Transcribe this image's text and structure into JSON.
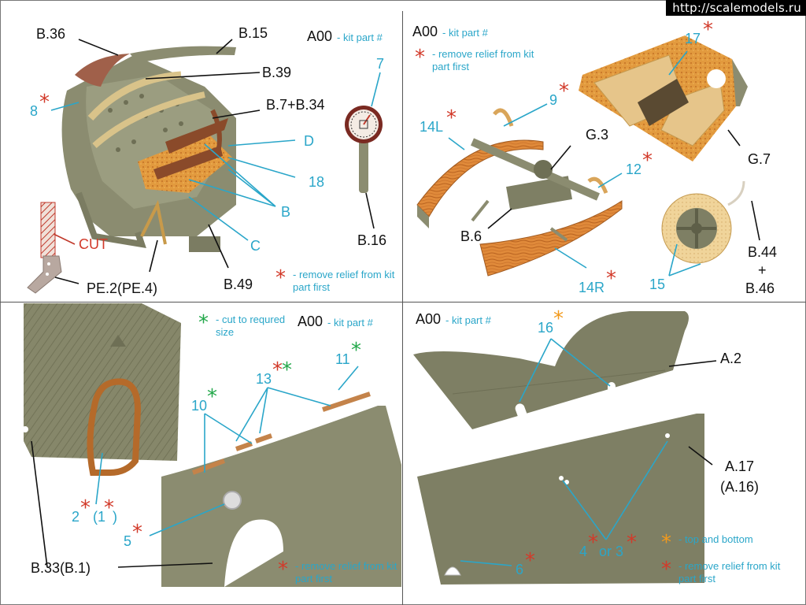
{
  "watermark": "http://scalemodels.ru",
  "kit_part_label": {
    "code": "A00",
    "desc": "- kit part #"
  },
  "notes": {
    "remove_relief": "- remove relief from kit part first",
    "cut_to_size": "- cut to requred size",
    "top_bottom": "- top and bottom"
  },
  "colors": {
    "callout_blue": "#2aa6c9",
    "star_red": "#d23a2a",
    "star_green": "#23a84a",
    "star_orange": "#f29a1d"
  },
  "panel1": {
    "labels": {
      "b36": "B.36",
      "b15": "B.15",
      "b39": "B.39",
      "b7b34": "B.7+B.34",
      "n8": "8",
      "d": "D",
      "n18": "18",
      "b": "B",
      "c": "C",
      "cut": "CUT",
      "pe": "PE.2(PE.4)",
      "b49": "B.49",
      "n7": "7",
      "b16": "B.16"
    }
  },
  "panel2": {
    "labels": {
      "n17": "17",
      "n9": "9",
      "n14l": "14L",
      "g3": "G.3",
      "n12": "12",
      "g7": "G.7",
      "b6": "B.6",
      "n14r": "14R",
      "n15": "15",
      "b44": "B.44",
      "plus": "+",
      "b46": "B.46"
    }
  },
  "panel3": {
    "labels": {
      "n11": "11",
      "n13": "13",
      "n10": "10",
      "n2": "2",
      "n1": "(1",
      "n5": "5",
      "b33": "B.33(B.1)"
    }
  },
  "panel4": {
    "labels": {
      "n16": "16",
      "a2": "A.2",
      "a17": "A.17",
      "a16": "(A.16)",
      "n4": "4",
      "or3": "or 3",
      "n6": "6"
    }
  }
}
